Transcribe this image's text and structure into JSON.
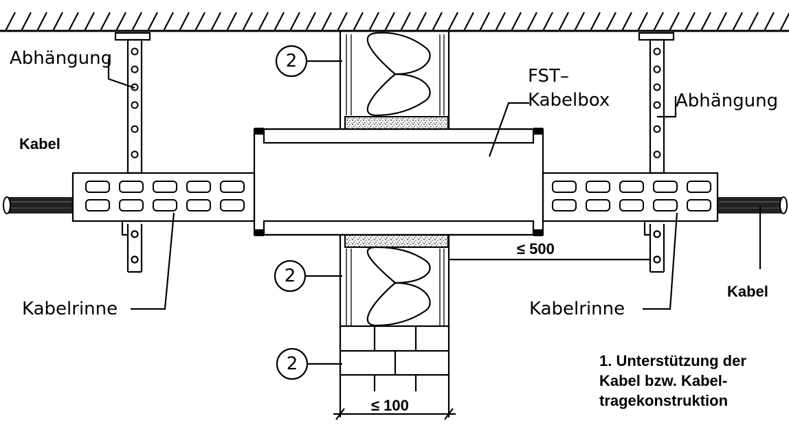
{
  "labels": {
    "abh_left": "Abhängung",
    "abh_right": "Abhängung",
    "box_1": "FST–",
    "box_2": "Kabelbox",
    "kabel_left": "Kabel",
    "kabel_right": "Kabel",
    "rinne_left": "Kabelrinne",
    "rinne_right": "Kabelrinne",
    "dim_500": "≤ 500",
    "dim_100": "≤ 100",
    "circle_top": "2",
    "circle_mid": "2",
    "circle_bot": "2",
    "note_1": "1. Unterstützung der",
    "note_2": "Kabel bzw. Kabel-",
    "note_3": "tragekonstruktion"
  }
}
